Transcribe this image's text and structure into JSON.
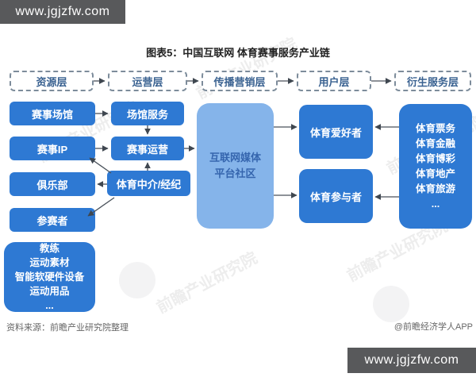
{
  "page": {
    "top_bar_url": "www.jgjzfw.com",
    "bottom_bar_url": "www.jgjzfw.com",
    "title": "图表5：中国互联网 体育赛事服务产业链",
    "watermark": "前瞻产业研究院",
    "footer": {
      "source": "资料来源：前瞻产业研究院整理",
      "credit": "@前瞻经济学人APP"
    }
  },
  "layers": {
    "resource": "资源层",
    "operation": "运营层",
    "marketing": "传播营销层",
    "user": "用户层",
    "derived": "衍生服务层"
  },
  "nodes": {
    "venue": "赛事场馆",
    "event_ip": "赛事IP",
    "club": "俱乐部",
    "athlete": "参赛者",
    "venue_service": "场馆服务",
    "event_operation": "赛事运营",
    "agency": "体育中介/经纪",
    "media_platform_line1": "互联网媒体",
    "media_platform_line2": "平台社区",
    "fans": "体育爱好者",
    "participants": "体育参与者",
    "equipment": {
      "items": [
        "教练",
        "运动素材",
        "智能软硬件设备",
        "运动用品",
        "..."
      ]
    },
    "derived_services": {
      "items": [
        "体育票务",
        "体育金融",
        "体育博彩",
        "体育地产",
        "体育旅游",
        "..."
      ]
    }
  },
  "colors": {
    "node_blue": "#2e79d3",
    "platform_light_blue": "#85b4ea",
    "platform_text_blue": "#3565ae",
    "layer_text_blue": "#3a6291",
    "url_bar_gray": "#58595b"
  }
}
